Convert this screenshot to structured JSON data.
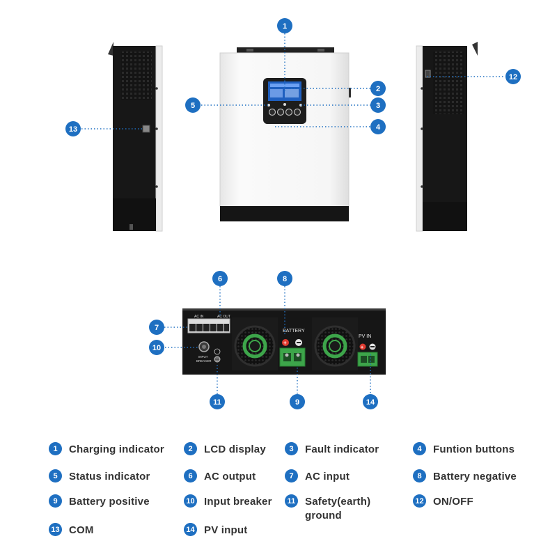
{
  "colors": {
    "callout_blue": "#1e6fc1",
    "case_white": "#f1f1f1",
    "case_black": "#1a1a1a",
    "terminal_green": "#3da54a",
    "plus_red": "#e03a2f"
  },
  "callouts": {
    "c1": "1",
    "c2": "2",
    "c3": "3",
    "c4": "4",
    "c5": "5",
    "c6": "6",
    "c7": "7",
    "c8": "8",
    "c9": "9",
    "c10": "10",
    "c11": "11",
    "c12": "12",
    "c13": "13",
    "c14": "14"
  },
  "panel_labels": {
    "ac_in": "AC IN",
    "ac_out": "AC OUT",
    "battery": "BATTERY",
    "pv_in": "PV  IN",
    "input": "INPUT",
    "breaker": "BREAKER"
  },
  "legend": [
    {
      "num": "1",
      "label": "Charging indicator"
    },
    {
      "num": "2",
      "label": "LCD display"
    },
    {
      "num": "3",
      "label": "Fault indicator"
    },
    {
      "num": "4",
      "label": "Funtion buttons"
    },
    {
      "num": "5",
      "label": "Status indicator"
    },
    {
      "num": "6",
      "label": "AC output"
    },
    {
      "num": "7",
      "label": "AC input"
    },
    {
      "num": "8",
      "label": "Battery negative"
    },
    {
      "num": "9",
      "label": "Battery positive"
    },
    {
      "num": "10",
      "label": "Input breaker"
    },
    {
      "num": "11",
      "label": "Safety(earth)\nground"
    },
    {
      "num": "12",
      "label": "ON/OFF"
    },
    {
      "num": "13",
      "label": "COM"
    },
    {
      "num": "14",
      "label": "PV  input"
    }
  ]
}
